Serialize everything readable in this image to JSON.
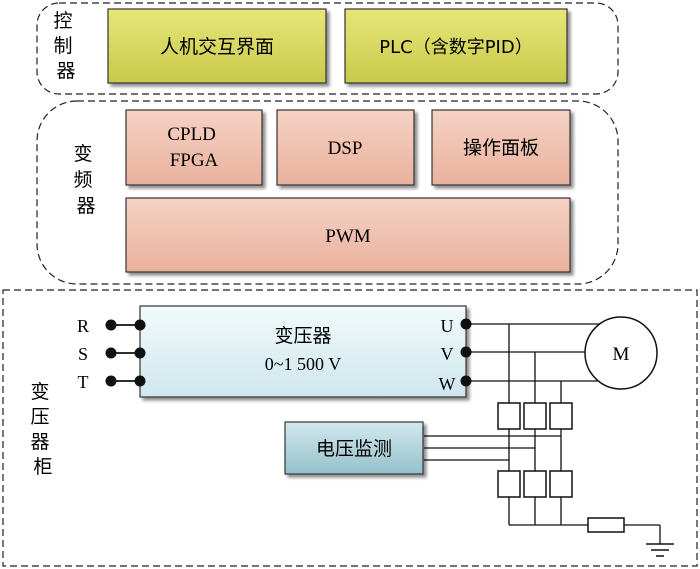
{
  "controller": {
    "label": "控制器",
    "hmi": "人机交互界面",
    "plc": "PLC（含数字PID）"
  },
  "inverter": {
    "label": "变频器",
    "cpld_line1": "CPLD",
    "cpld_line2": "FPGA",
    "dsp": "DSP",
    "panel": "操作面板",
    "pwm": "PWM"
  },
  "cabinet": {
    "label": "变压器柜",
    "transformer_title": "变压器",
    "transformer_range": "0~1 500 V",
    "inputs": [
      "R",
      "S",
      "T"
    ],
    "outputs": [
      "U",
      "V",
      "W"
    ],
    "voltage_monitor": "电压监测",
    "motor": "M"
  },
  "colors": {
    "controller_fill": "#d6d65a",
    "inverter_fill": "#efbfae",
    "transformer_fill": "#e2f1f4",
    "monitor_fill": "#b8d7de"
  }
}
